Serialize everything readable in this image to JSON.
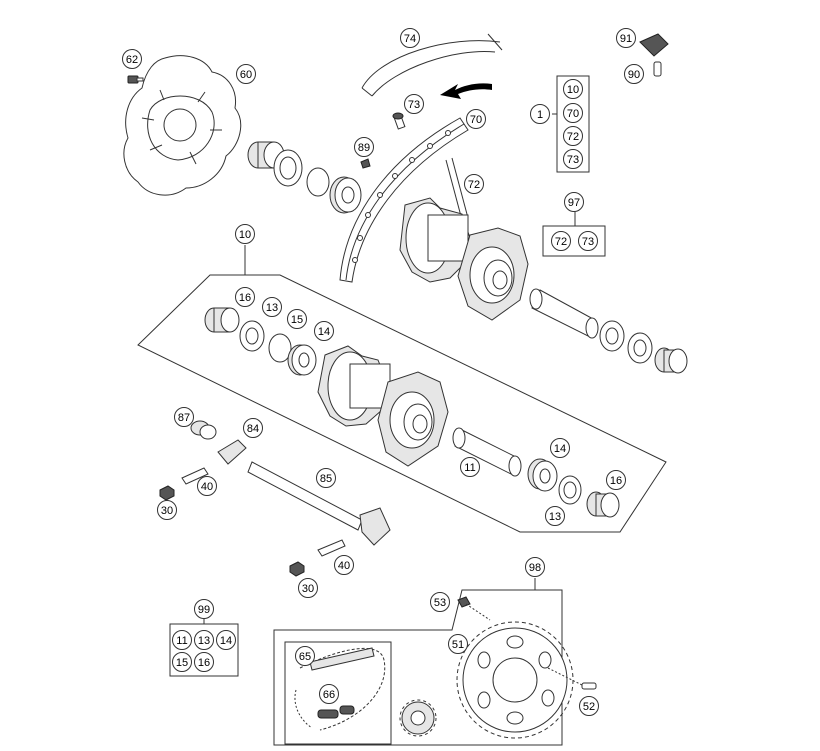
{
  "callouts": {
    "c74": "74",
    "c62": "62",
    "c60": "60",
    "c91": "91",
    "c90": "90",
    "c73a": "73",
    "c70": "70",
    "c89": "89",
    "c72": "72",
    "c1": "1",
    "c1_10": "10",
    "c1_70": "70",
    "c1_72": "72",
    "c1_73": "73",
    "c97": "97",
    "c97_72": "72",
    "c97_73": "73",
    "c10": "10",
    "c16a": "16",
    "c13a": "13",
    "c15": "15",
    "c14a": "14",
    "c87": "87",
    "c84": "84",
    "c40a": "40",
    "c30a": "30",
    "c85": "85",
    "c11": "11",
    "c14b": "14",
    "c16b": "16",
    "c13b": "13",
    "c40b": "40",
    "c30b": "30",
    "c99": "99",
    "c99_11": "11",
    "c99_13": "13",
    "c99_14": "14",
    "c99_15": "15",
    "c99_16": "16",
    "c98": "98",
    "c53": "53",
    "c51": "51",
    "c65": "65",
    "c66": "66",
    "c52": "52"
  },
  "colors": {
    "line": "#333333",
    "part_fill": "#ffffff",
    "shade": "#e6e6e6",
    "dark": "#555555"
  }
}
